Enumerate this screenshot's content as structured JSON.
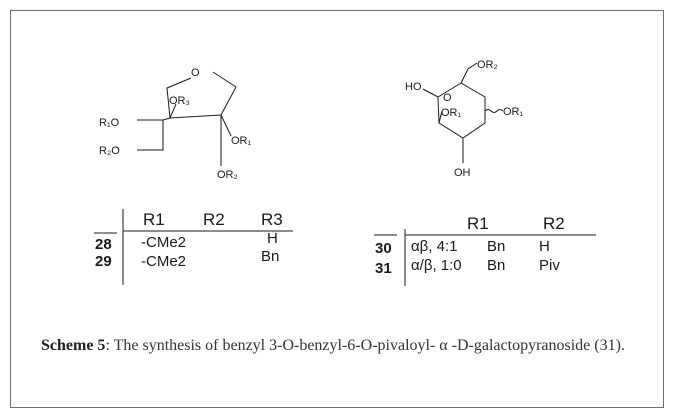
{
  "figure": {
    "caption_label": "Scheme 5",
    "caption_text": ": The synthesis of benzyl 3-O-benzyl-6-O-pivaloyl- α -D-galactopyranoside (31)."
  },
  "structure_left": {
    "ring_oxygen": "O",
    "substituents": [
      "R₁O",
      "R₂O",
      "OR₃",
      "OR₁",
      "OR₂"
    ],
    "table": {
      "headers": [
        "R1",
        "R2",
        "R3"
      ],
      "rows": [
        {
          "compound": "28",
          "r1_r2": "-CMe2",
          "r3": "H"
        },
        {
          "compound": "29",
          "r1_r2": "-CMe2",
          "r3": "Bn"
        }
      ]
    }
  },
  "structure_right": {
    "ring_oxygen": "O",
    "substituents": [
      "OR₂",
      "HO",
      "OR₁",
      "OR₁",
      "OH"
    ],
    "table": {
      "headers": [
        "R1",
        "R2"
      ],
      "rows": [
        {
          "compound": "30",
          "ratio": "αβ, 4:1",
          "r1": "Bn",
          "r2": "H"
        },
        {
          "compound": "31",
          "ratio": "α/β, 1:0",
          "r1": "Bn",
          "r2": "Piv"
        }
      ]
    }
  }
}
